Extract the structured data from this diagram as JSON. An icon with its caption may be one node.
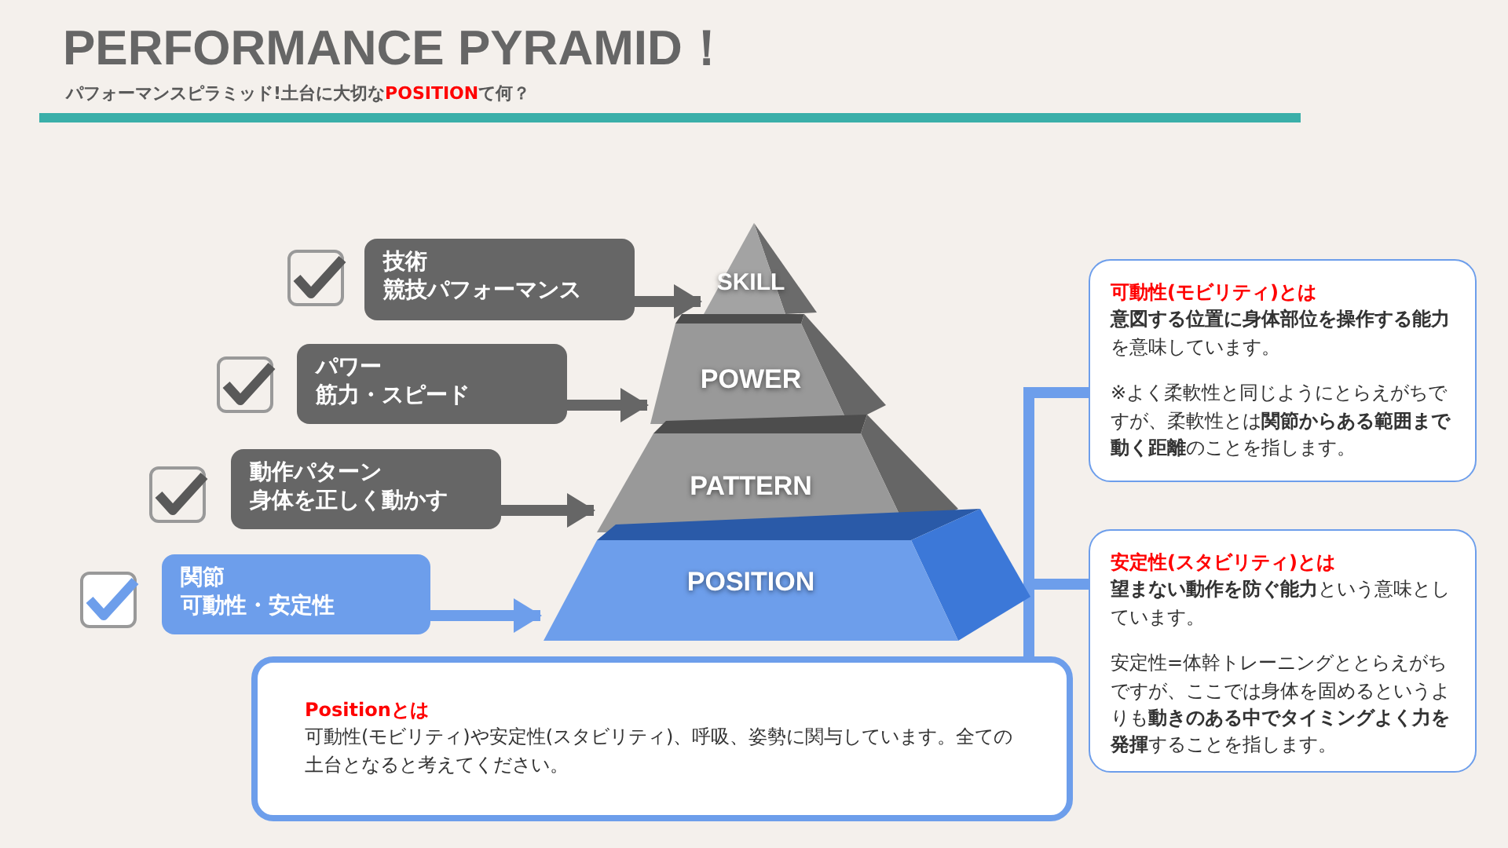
{
  "diagram": {
    "title": "PERFORMANCE PYRAMID！",
    "nodes": [
      {
        "text": [
          "SKILL"
        ]
      },
      {
        "text": [
          "POWER"
        ]
      },
      {
        "text": [
          "PATTERN"
        ]
      },
      {
        "text": [
          "POSITION"
        ]
      },
      {
        "text": [
          "技術",
          "競技パフォーマンス"
        ]
      },
      {
        "text": [
          "パワー",
          "筋力・スピード"
        ]
      },
      {
        "text": [
          "動作パターン",
          "身体を正しく動かす"
        ]
      },
      {
        "text": [
          "関節",
          "可動性・安定性"
        ]
      },
      {
        "text": [
          "Positionとは",
          "可動性(モビリティ)や安定性(スタビリティ)、呼吸、姿勢に関与しています。全ての土台となると考えてください。"
        ]
      },
      {
        "text": [
          "可動性(モビリティ)とは",
          "**意図する位置に身体部位を操作する能力**を意味しています。",
          "※よく柔軟性と同じようにとらえがちですが、柔軟性とは**関節からある範囲まで動く距離**のことを指します。"
        ]
      },
      {
        "text": [
          "安定性(スタビリティ)とは",
          "**望まない動作を防ぐ能力**という意味としています。",
          "安定性=体幹トレーニングととらえがちですが、ここでは身体を固めるというよりも**動きのある中でタイミングよく力を発揮**することを指します。"
        ]
      }
    ],
    "edges": [
      {
        "from": 4,
        "to": 0,
        "arrow": "to"
      },
      {
        "from": 5,
        "to": 1,
        "arrow": "to"
      },
      {
        "from": 6,
        "to": 2,
        "arrow": "to"
      },
      {
        "from": 7,
        "to": 3,
        "arrow": "to",
        "color": "#6d9eeb"
      },
      {
        "from": 8,
        "to": 9,
        "arrow": "none",
        "color": "#6d9eeb"
      },
      {
        "from": 8,
        "to": 10,
        "arrow": "none",
        "color": "#6d9eeb"
      }
    ],
    "labels": [
      "パフォーマンスピラミッド!土台に大切な**POSITION**て何？"
    ]
  }
}
